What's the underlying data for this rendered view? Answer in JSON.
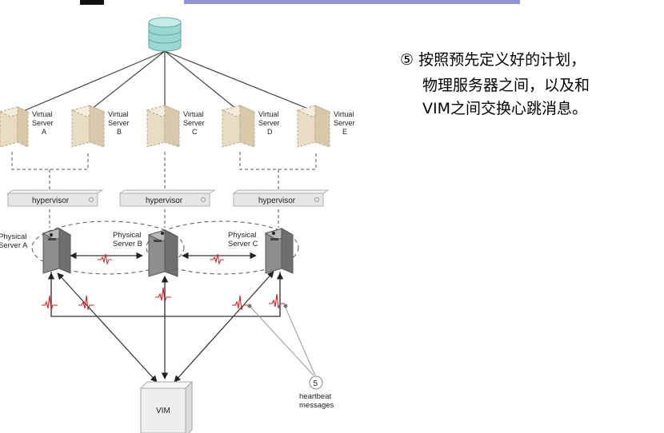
{
  "caption": {
    "line1": "⑤ 按照预先定义好的计划，",
    "line2": "物理服务器之间，以及和",
    "line3": "VIM之间交换心跳消息。"
  },
  "virtual_servers": [
    {
      "line1": "Virtual",
      "line2": "Server",
      "line3": "A"
    },
    {
      "line1": "Virtual",
      "line2": "Server",
      "line3": "B"
    },
    {
      "line1": "Virtual",
      "line2": "Server",
      "line3": "C"
    },
    {
      "line1": "Virtual",
      "line2": "Server",
      "line3": "D"
    },
    {
      "line1": "Virtual",
      "line2": "Server",
      "line3": "E"
    }
  ],
  "hypervisors": [
    {
      "label": "hypervisor"
    },
    {
      "label": "hypervisor"
    },
    {
      "label": "hypervisor"
    }
  ],
  "physical_servers": [
    {
      "line1": "Physical",
      "line2": "Server A"
    },
    {
      "line1": "Physical",
      "line2": "Server B"
    },
    {
      "line1": "Physical",
      "line2": "Server C"
    }
  ],
  "vim": {
    "label": "VIM"
  },
  "callout": {
    "number": "5",
    "line1": "heartbeat",
    "line2": "messages"
  },
  "colors": {
    "database": "#9bd8d3",
    "virtual_server": "#e8dcc4",
    "hypervisor": "#e6e6e6",
    "physical_server": "#9a9a9a",
    "heartbeat": "#cc2a2a",
    "vim_box": "#eeeeee"
  }
}
